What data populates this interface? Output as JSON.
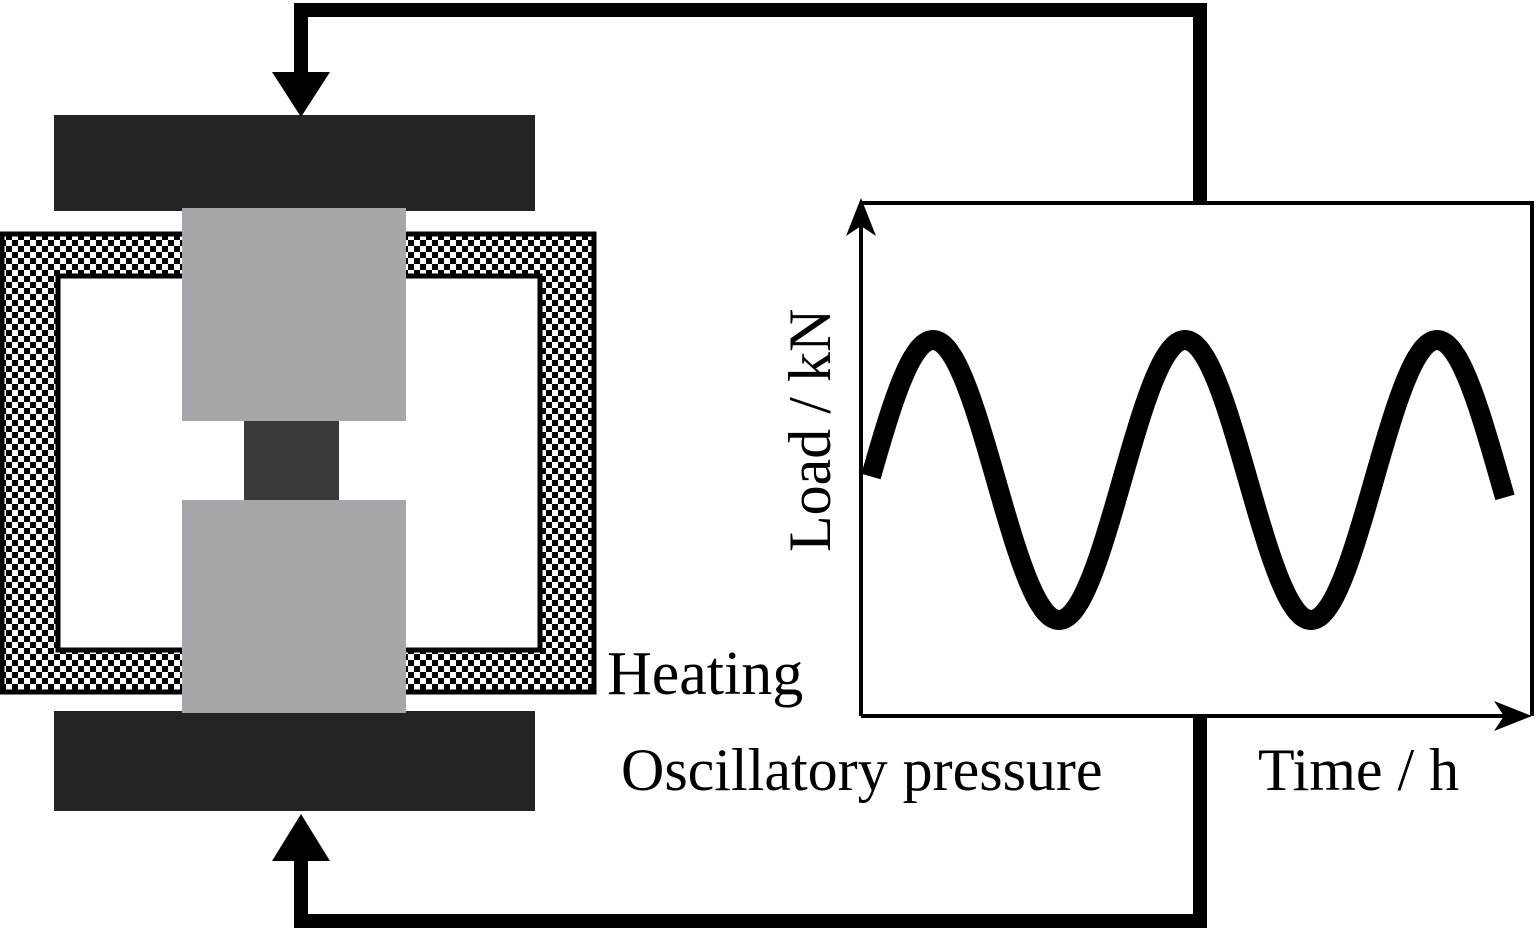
{
  "labels": {
    "heating": "Heating",
    "oscillatory_pressure": "Oscillatory pressure",
    "time_axis": "Time / h",
    "load_axis": "Load / kN"
  },
  "colors": {
    "platen": "#232426",
    "punch": "#a7a6aa",
    "specimen": "#3a393b",
    "furnace_wall": "#000000",
    "line": "#000000",
    "background": "#ffffff"
  },
  "icons": {
    "top_arrow": "arrow-down-icon",
    "bottom_arrow": "arrow-up-icon",
    "furnace_pattern": "checkerboard-pattern"
  }
}
